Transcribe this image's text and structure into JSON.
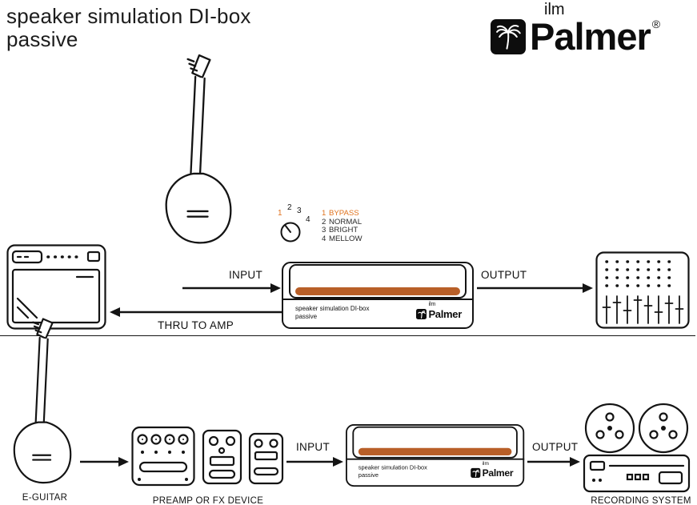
{
  "title": {
    "line1": "speaker simulation DI-box",
    "line2": "passive"
  },
  "brand": {
    "ilm": "ilm",
    "name": "Palmer",
    "reg": "®"
  },
  "dial": {
    "n1": "1",
    "n2": "2",
    "n3": "3",
    "n4": "4"
  },
  "legend": {
    "items": [
      {
        "num": "1",
        "label": "BYPASS"
      },
      {
        "num": "2",
        "label": "NORMAL"
      },
      {
        "num": "3",
        "label": "BRIGHT"
      },
      {
        "num": "4",
        "label": "MELLOW"
      }
    ]
  },
  "dibox": {
    "line1": "speaker simulation DI-box",
    "line2": "passive",
    "ilm": "ilm",
    "brand": "Palmer"
  },
  "flow": {
    "input": "INPUT",
    "output": "OUTPUT",
    "thru": "THRU TO AMP"
  },
  "captions": {
    "eguitar": "E-GUITAR",
    "preamp": "PREAMP OR FX DEVICE",
    "recording": "RECORDING SYSTEM"
  },
  "colors": {
    "accent_orange": "#b85f28",
    "legend_highlight": "#e0731f",
    "line_black": "#141414"
  }
}
